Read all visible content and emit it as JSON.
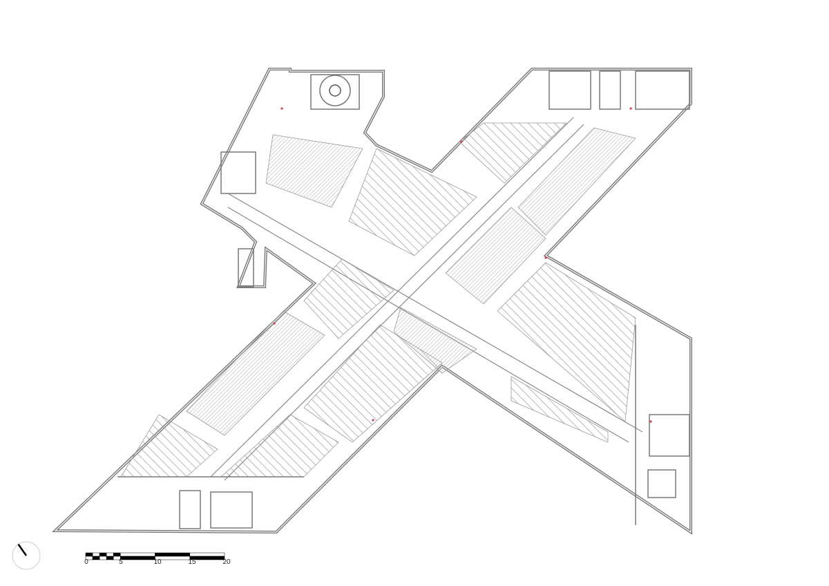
{
  "plan": {
    "type": "architectural floor plan",
    "wall_color": "#8a8a8a",
    "seating_color": "#c9c9c9",
    "accent_color": "#d04050"
  },
  "north_arrow": {
    "angle_deg": -35
  },
  "scale_bar": {
    "unit_max": 20,
    "labels": [
      "0",
      "5",
      "10",
      "15",
      "20"
    ]
  }
}
